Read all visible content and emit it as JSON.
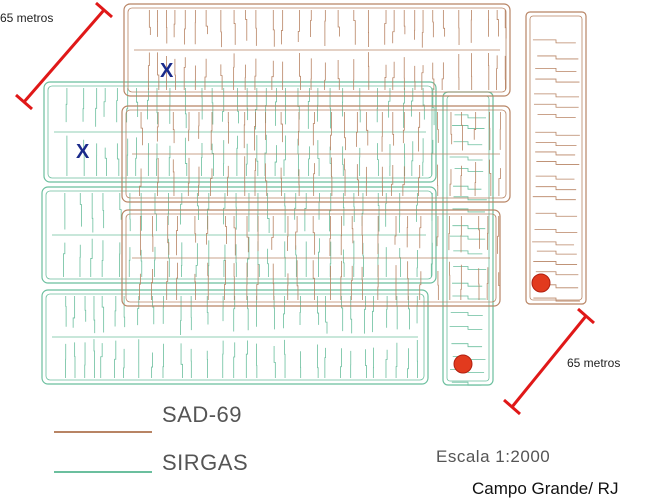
{
  "distance_labels": {
    "top_left": "65 metros",
    "bottom_right": "65 metros"
  },
  "legend": {
    "items": [
      {
        "label": "SAD-69",
        "color": "#b88464"
      },
      {
        "label": "SIRGAS",
        "color": "#6bbf9e"
      }
    ]
  },
  "scale": "Escala 1:2000",
  "place": "Campo Grande/ RJ",
  "markers": {
    "x_glyph": "X",
    "x_color": "#1a2a8a",
    "dot_color": "#e23a1e",
    "dot_stroke": "#b01f10"
  },
  "colors": {
    "sad69": "#b88464",
    "sirgas": "#6bbf9e",
    "measure": "#e01818"
  }
}
